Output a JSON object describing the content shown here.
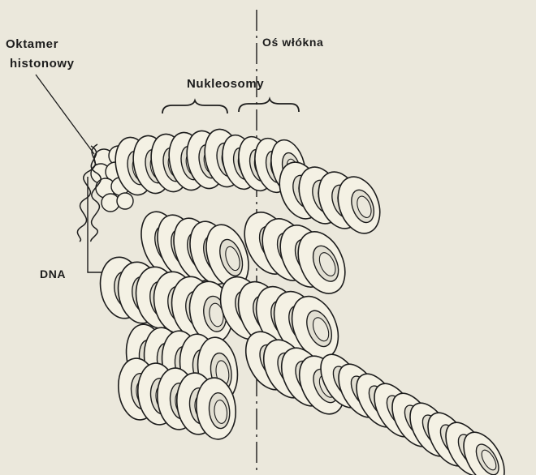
{
  "labels": {
    "octamer_line1": "Oktamer",
    "octamer_line2": "histonowy",
    "fiber_axis": "Oś włókna",
    "nucleosomes": "Nukleosomy",
    "dna": "DNA"
  },
  "colors": {
    "background": "#ebe8dc",
    "ink": "#1c1c1c",
    "coil_fill": "#f4f1e4"
  }
}
